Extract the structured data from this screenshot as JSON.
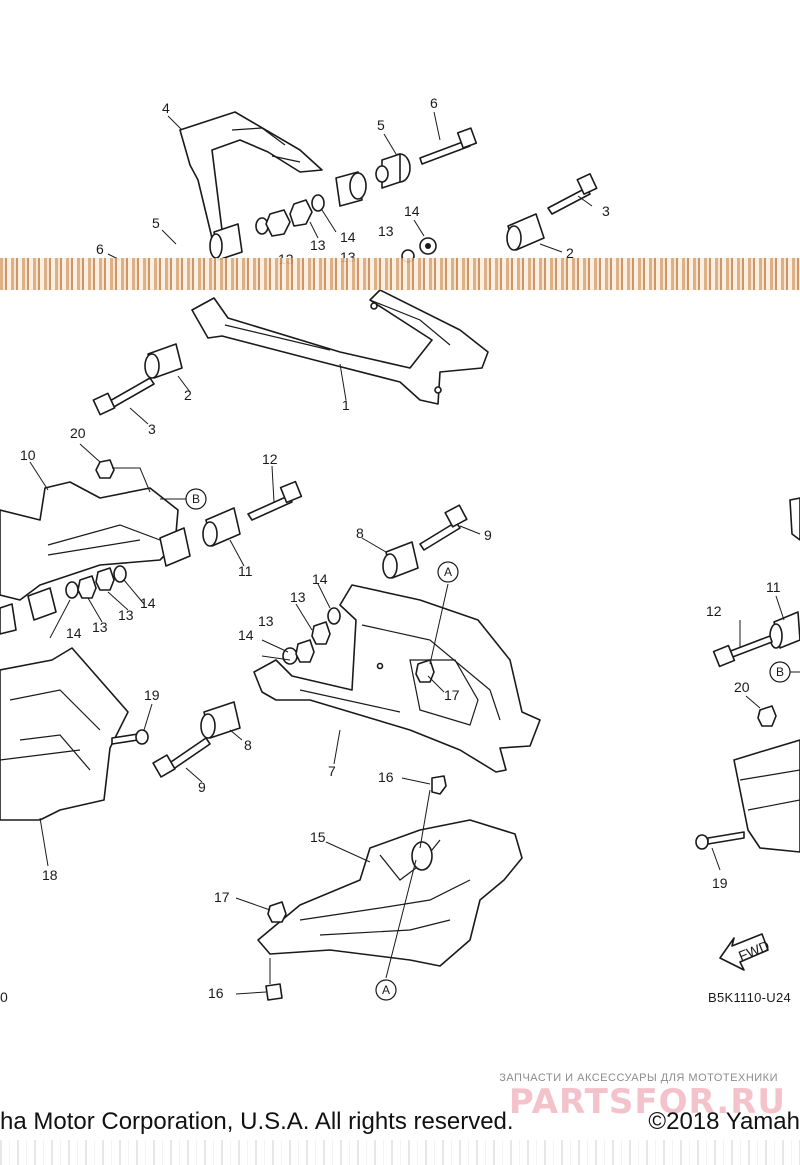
{
  "callouts": {
    "top_4": "4",
    "top_6a": "6",
    "top_5a": "5",
    "top_3a": "3",
    "top_14a": "14",
    "top_13a": "13",
    "top_5b": "5",
    "top_6b": "6",
    "top_13b": "13",
    "top_13c": "13",
    "top_13d": "13",
    "top_14b": "14",
    "top_2a": "2",
    "top_2b": "2",
    "top_3b": "3",
    "top_1": "1",
    "l_20": "20",
    "l_10": "10",
    "l_12": "12",
    "l_11": "11",
    "l_14a": "14",
    "l_13a": "13",
    "l_13b": "13",
    "l_14b": "14",
    "l_19": "19",
    "l_18": "18",
    "c_8a": "8",
    "c_9a": "9",
    "c_14a": "14",
    "c_13a": "13",
    "c_14b": "14",
    "c_13b": "13",
    "c_17a": "17",
    "c_8b": "8",
    "c_9b": "9",
    "c_7": "7",
    "c_16a": "16",
    "c_15": "15",
    "c_17b": "17",
    "c_16b": "16",
    "r_11": "11",
    "r_12": "12",
    "r_20": "20",
    "r_19": "19"
  },
  "ref_marks": {
    "b_left": "B",
    "a_center": "A",
    "b_right": "B",
    "a_bottom": "A"
  },
  "fwd_label": "FWD",
  "diagram_code": "B5K1110-U24",
  "left_edge_code": "0",
  "watermark": {
    "subtitle": "ЗАПЧАСТИ И АКСЕССУАРЫ ДЛЯ МОТОТЕХНИКИ",
    "logo": "PARTSFOR.RU"
  },
  "footer": {
    "left": "ha Motor Corporation, U.S.A. All rights reserved.",
    "right": "©2018 Yamah"
  },
  "colors": {
    "line": "#1a1a1a",
    "scan_stripe": "#d9a87a",
    "watermark_logo": "#f3c2cb"
  }
}
